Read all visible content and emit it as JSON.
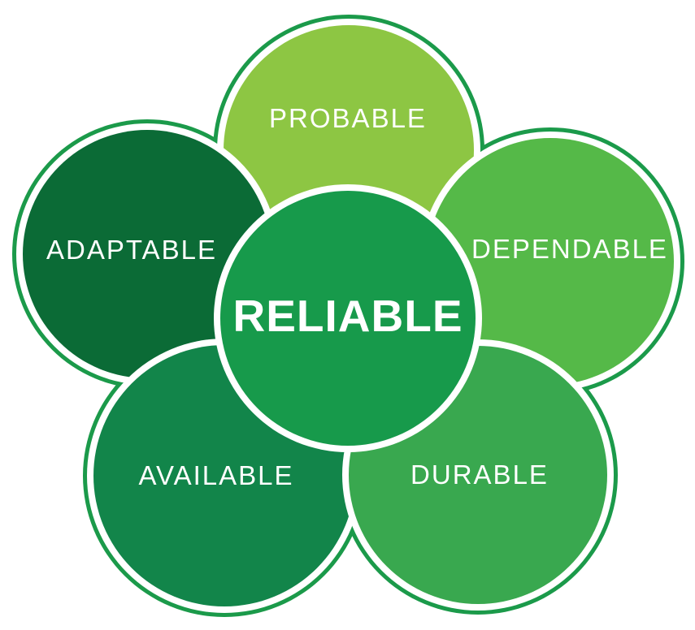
{
  "diagram": {
    "type": "venn-flower",
    "center": {
      "label": "RELIABLE",
      "color": "#179A4B"
    },
    "petals": [
      {
        "id": "probable",
        "label": "PROBABLE",
        "color": "#8DC643"
      },
      {
        "id": "adaptable",
        "label": "ADAPTABLE",
        "color": "#0B6B36"
      },
      {
        "id": "dependable",
        "label": "DEPENDABLE",
        "color": "#55B948"
      },
      {
        "id": "available",
        "label": "AVAILABLE",
        "color": "#12854A"
      },
      {
        "id": "durable",
        "label": "DURABLE",
        "color": "#39A84F"
      }
    ],
    "outline_color": "#1B9A4A",
    "ring_color": "#FFFFFF",
    "text_color": "#FFFFFF",
    "background_color": "#FFFFFF"
  }
}
